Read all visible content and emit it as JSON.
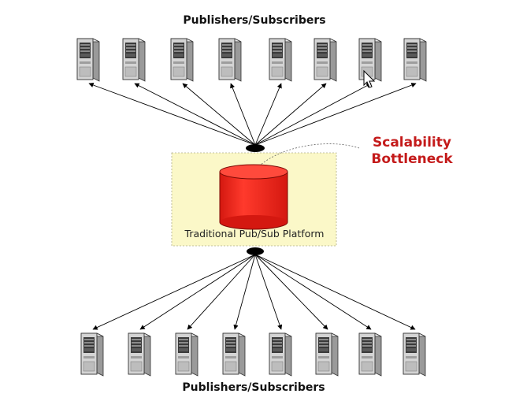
{
  "diagram": {
    "top_label": "Publishers/Subscribers",
    "bottom_label": "Publishers/Subscribers",
    "platform_label": "Traditional Pub/Sub Platform",
    "bottleneck_lines": [
      "Scalability",
      "Bottleneck"
    ],
    "top_server_count": 8,
    "bottom_server_count": 8
  },
  "colors": {
    "platform_fill": "#fbf8c8",
    "cylinder_fill": "#f02218",
    "bottleneck_text": "#c41a1a",
    "server_body": "#d4d4d4",
    "hub": "#000000"
  },
  "icons": {
    "server": "server-tower-icon",
    "cursor": "mouse-pointer-icon"
  }
}
